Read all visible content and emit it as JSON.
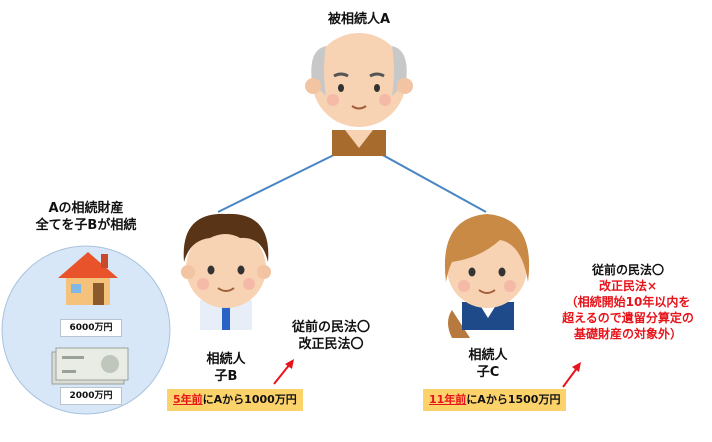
{
  "top_person": {
    "label": "被相続人A"
  },
  "estate_title": {
    "line1": "Aの相続財産",
    "line2": "全てを子Bが相続"
  },
  "estate_items": [
    {
      "icon": "house-icon",
      "amount": "6000万円"
    },
    {
      "icon": "banknote-icon",
      "amount": "2000万円"
    }
  ],
  "heir_b": {
    "line1": "相続人",
    "line2": "子B",
    "gift_prefix": "5年前",
    "gift_rest": "にAから1000万円",
    "law_old": "従前の民法〇",
    "law_new": "改正民法〇"
  },
  "heir_c": {
    "line1": "相続人",
    "line2": "子C",
    "gift_prefix": "11年前",
    "gift_rest": "にAから1500万円",
    "law_old": "従前の民法〇",
    "law_new": "改正民法×",
    "reason_lines": [
      "（相続開始10年以内を",
      "超えるので遺留分算定の",
      "基礎財産の対象外）"
    ]
  },
  "colors": {
    "tree_line": "#4a86c4",
    "circle": "#d7e7f7",
    "note_bg": "#fcd36b",
    "accent": "#e8141b"
  }
}
